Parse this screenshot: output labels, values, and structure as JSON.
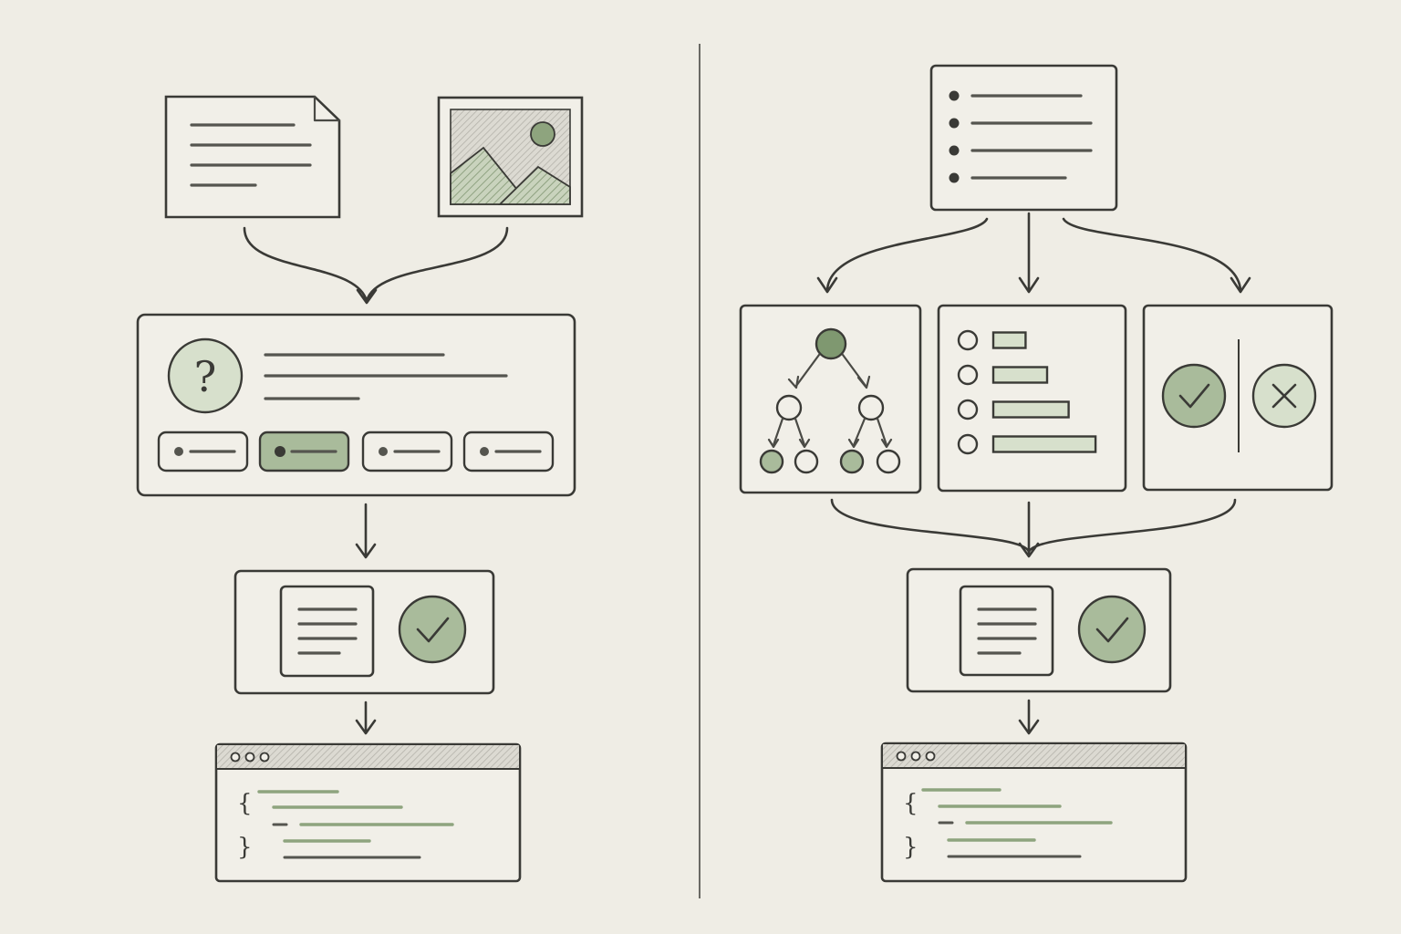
{
  "palette": {
    "paper": "#efede5",
    "ink": "#3a3a36",
    "accent_green": "#a9bb9b",
    "accent_green_dark": "#7f9870",
    "accent_green_light": "#d7e0cc"
  },
  "glyphs": {
    "question_mark": "?",
    "brace_open": "{",
    "brace_close": "}"
  },
  "left_flow": {
    "inputs": [
      "document-icon",
      "image-icon"
    ],
    "question_options": 4,
    "selected_option_index": 1,
    "result": [
      "document-icon",
      "check-circle-icon"
    ],
    "output": "code-window"
  },
  "right_flow": {
    "input": "bullet-list-document",
    "branches": [
      "tree-diagram",
      "ranked-bar-list",
      "check-cross-comparison"
    ],
    "ranked_bar_values": [
      0.3,
      0.5,
      0.7,
      0.95
    ],
    "result": [
      "document-icon",
      "check-circle-icon"
    ],
    "output": "code-window"
  }
}
